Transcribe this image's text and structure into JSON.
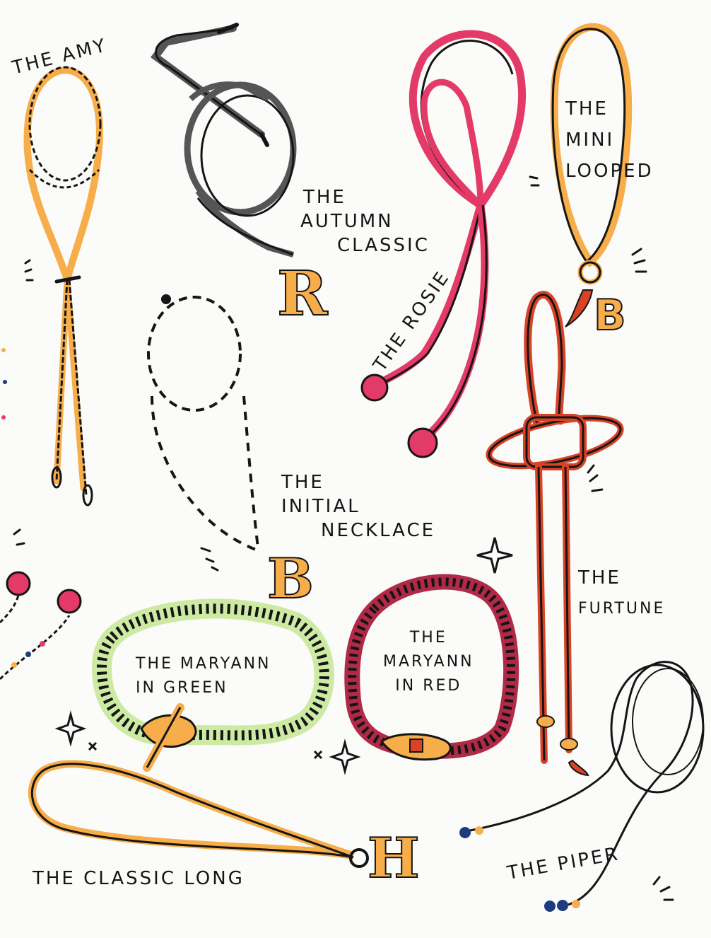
{
  "items": [
    {
      "id": "amy",
      "lines": [
        "THE AMy"
      ]
    },
    {
      "id": "autumn-classic",
      "lines": [
        "THE",
        "AUTUMN",
        "CLASSIC"
      ]
    },
    {
      "id": "rosie",
      "lines": [
        "THE ROSIE"
      ]
    },
    {
      "id": "mini-looped",
      "lines": [
        "THE",
        "MINI",
        "LOOPED"
      ]
    },
    {
      "id": "initial-necklace",
      "lines": [
        "THE",
        "INITIAL",
        "NECKLACE"
      ]
    },
    {
      "id": "fortune",
      "lines": [
        "THE",
        "FURTUNE"
      ]
    },
    {
      "id": "maryann-green",
      "lines": [
        "THE MARYANN",
        "IN GREEN"
      ]
    },
    {
      "id": "maryann-red",
      "lines": [
        "THE",
        "MARYANN",
        "IN RED"
      ]
    },
    {
      "id": "classic-long",
      "lines": [
        "THE CLASSIC LONG"
      ]
    },
    {
      "id": "piper",
      "lines": [
        "THE PIPER"
      ]
    }
  ],
  "pendants": {
    "autumn": "R",
    "mini": "B",
    "initial": "B",
    "classic_long": "H"
  },
  "colors": {
    "ink": "#151515",
    "orange": "#f6ad4a",
    "pink": "#e33a68",
    "red": "#d84325",
    "gray": "#555555",
    "green": "#cdeaa3",
    "maroon": "#b02a48",
    "navy": "#1f3b80",
    "paper": "#fbfbf9"
  }
}
